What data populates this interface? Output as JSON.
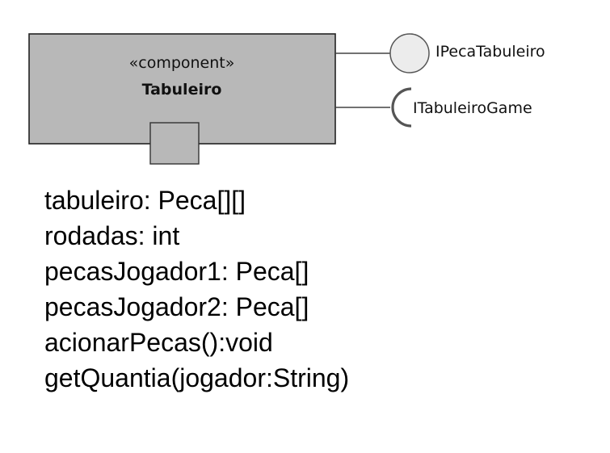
{
  "component": {
    "stereotype": "«component»",
    "name": "Tabuleiro"
  },
  "interfaces": {
    "provided": {
      "label": "IPecaTabuleiro"
    },
    "required": {
      "label": "ITabuleiroGame"
    }
  },
  "members": [
    "tabuleiro: Peca[][]",
    "rodadas: int",
    "pecasJogador1: Peca[]",
    "pecasJogador2: Peca[]",
    "acionarPecas():void",
    "getQuantia(jogador:String)"
  ],
  "colors": {
    "component_fill": "#b8b8b8",
    "provided_fill": "#ececec",
    "stroke": "#222222",
    "line": "#444444"
  }
}
